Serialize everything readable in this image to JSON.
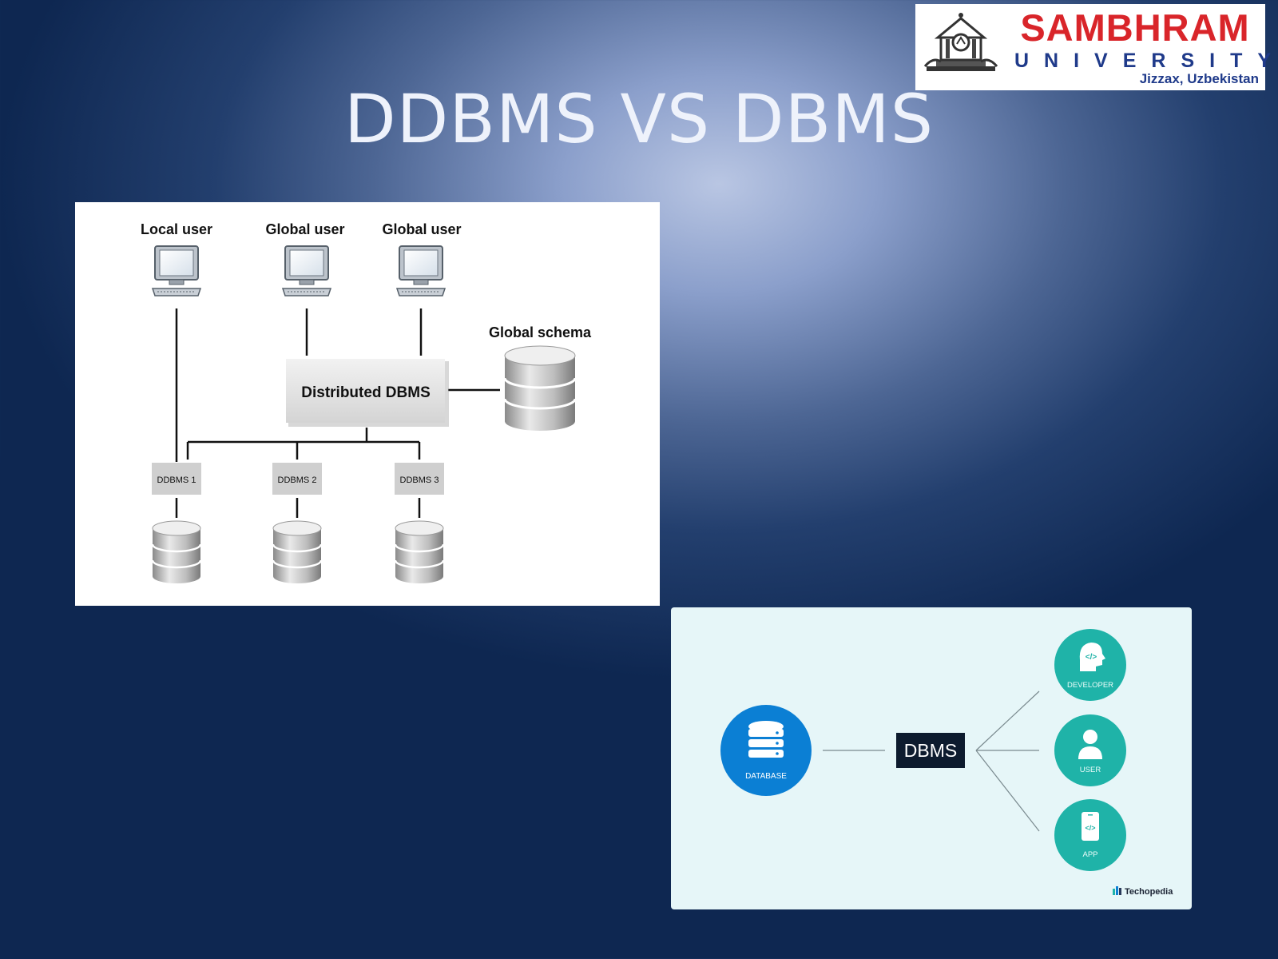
{
  "slide": {
    "title": "DDBMS VS DBMS"
  },
  "logo": {
    "name": "SAMBHRAM",
    "university": "UNIVERSITY",
    "location": "Jizzax, Uzbekistan"
  },
  "ddbms_diagram": {
    "users": [
      "Local user",
      "Global user",
      "Global user"
    ],
    "center_label": "Distributed DBMS",
    "schema_label": "Global schema",
    "nodes": [
      "DDBMS 1",
      "DDBMS 2",
      "DDBMS 3"
    ]
  },
  "dbms_diagram": {
    "database_label": "DATABASE",
    "center_label": "DBMS",
    "roles": [
      "DEVELOPER",
      "USER",
      "APP"
    ],
    "credit": "Techopedia",
    "colors": {
      "database": "#0b7fd4",
      "roles": "#1fb3a8",
      "center": "#0d1b2e"
    }
  }
}
